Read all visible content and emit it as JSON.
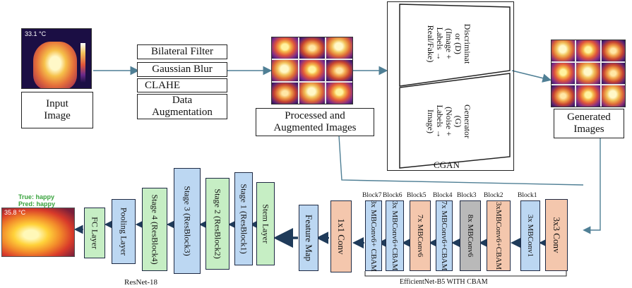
{
  "input": {
    "label": "Input\nImage",
    "temp_readout": "33.1 °C"
  },
  "preprocess": {
    "items": [
      "Bilateral Filter",
      "Gaussian Blur",
      "CLAHE",
      "Data\nAugmentation"
    ]
  },
  "processed": {
    "label": "Processed and\nAugmented Images"
  },
  "cgan": {
    "title": "CGAN",
    "discriminator": "Discriminat\nor (D)\n(Image +\nLabels →\nReal/Fake)",
    "generator": "Generator\n(G)\n(Noise +\nLabels →\nImage)"
  },
  "generated": {
    "label": "Generated\nImages"
  },
  "efficientnet": {
    "caption": "EfficientNet-B5 WITH CBAM",
    "blocks": [
      {
        "block": "Block1",
        "text": "3x MBConv1",
        "color": "#bcd7f2"
      },
      {
        "block": "Block2",
        "text": "3xMBConv6+CBAM",
        "color": "#f4c7ad"
      },
      {
        "block": "Block3",
        "text": "8x MBConv6",
        "color": "#b9b9b9"
      },
      {
        "block": "Block4",
        "text": "7x MBConv6+CBAM",
        "color": "#bcd7f2"
      },
      {
        "block": "Block5",
        "text": "7x MBConv6",
        "color": "#f4c7ad"
      },
      {
        "block": "Block6",
        "text": "3x MBConv6+CBAM",
        "color": "#bcd7f2"
      },
      {
        "block": "Block7",
        "text": "3x MBConv6+ CBAM",
        "color": "#bcd7f2"
      }
    ],
    "conv3": {
      "text": "3x3 Conv",
      "color": "#f4c7ad"
    },
    "conv1": {
      "text": "1x1 Conv",
      "color": "#f4c7ad"
    }
  },
  "feature_map": {
    "text": "Feature Map",
    "color": "#bcd7f2"
  },
  "resnet": {
    "caption": "ResNet-18",
    "layers": [
      {
        "text": "Stem Layer",
        "color": "#c6eec4"
      },
      {
        "text": "Stage 1 (ResBlock1)",
        "color": "#bcd7f2"
      },
      {
        "text": "Stage 2 (ResBlock2)",
        "color": "#c6eec4"
      },
      {
        "text": "Stage 3 (ResBlock3)",
        "color": "#bcd7f2"
      },
      {
        "text": "Stage 4 (ResBlock4)",
        "color": "#c6eec4"
      },
      {
        "text": "Pooling Layer",
        "color": "#bcd7f2"
      },
      {
        "text": "FC Layer",
        "color": "#c6eec4"
      }
    ]
  },
  "output": {
    "true_label": "True: happy",
    "pred_label": "Pred: happy",
    "temp_readout": "35.8 °C"
  },
  "colors": {
    "arrow_main": "#4f7f95",
    "arrow_dark": "#1f3b5a"
  }
}
